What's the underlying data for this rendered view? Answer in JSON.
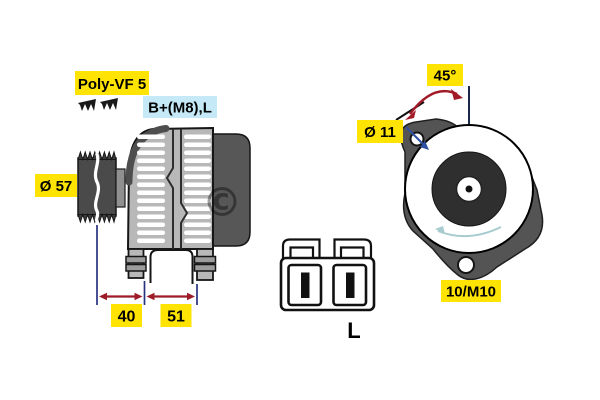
{
  "side_view": {
    "belt_type": "Poly-VF 5",
    "terminal": "B+(M8),L",
    "pulley_diameter": "Ø 57",
    "dim_pulley_to_mount": "40",
    "dim_mount_span": "51"
  },
  "connector": {
    "pin_label": "L"
  },
  "rear_view": {
    "mount_angle": "45°",
    "mount_hole_diameter": "Ø 11",
    "mount_thread": "10/M10"
  },
  "watermark": "©",
  "colors": {
    "highlight_yellow": "#ffe403",
    "highlight_blue": "#c5e9f7",
    "dimension_red": "#9e1b28",
    "extension_blue": "#27337f",
    "body_gray": "#b8b8b8",
    "dark_gray": "#575757",
    "rotation_teal": "#a6ccd0"
  }
}
